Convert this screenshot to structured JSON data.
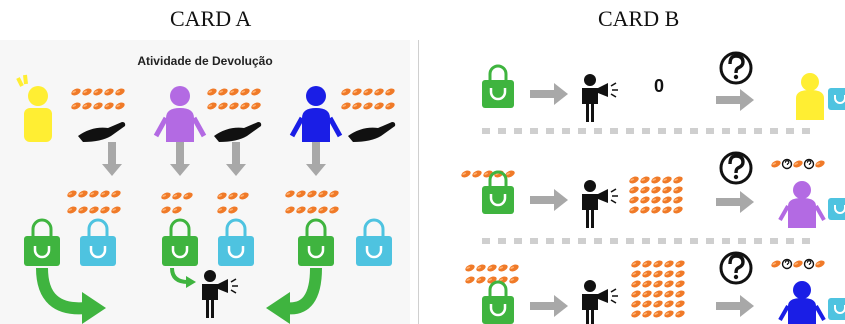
{
  "cards": {
    "a_title": "CARD A",
    "b_title": "CARD B"
  },
  "card_a": {
    "subtitle": "Atividade de Devolução"
  },
  "card_b": {
    "rows": [
      {
        "count_label": "0"
      }
    ]
  },
  "colors": {
    "person_yellow": "#ffee33",
    "person_purple": "#b36ae3",
    "person_blue": "#1a1ee6",
    "bag_green": "#3fb43f",
    "bag_cyan": "#4ec3e0",
    "arrow_gray": "#a8a8a8",
    "arrow_green": "#3fb43f",
    "bean_orange": "#f07a28"
  },
  "icons": [
    "person-icon",
    "hand-icon",
    "bean-icon",
    "shopping-bag-icon",
    "megaphone-person-icon",
    "question-mark-icon",
    "arrow-icon"
  ]
}
